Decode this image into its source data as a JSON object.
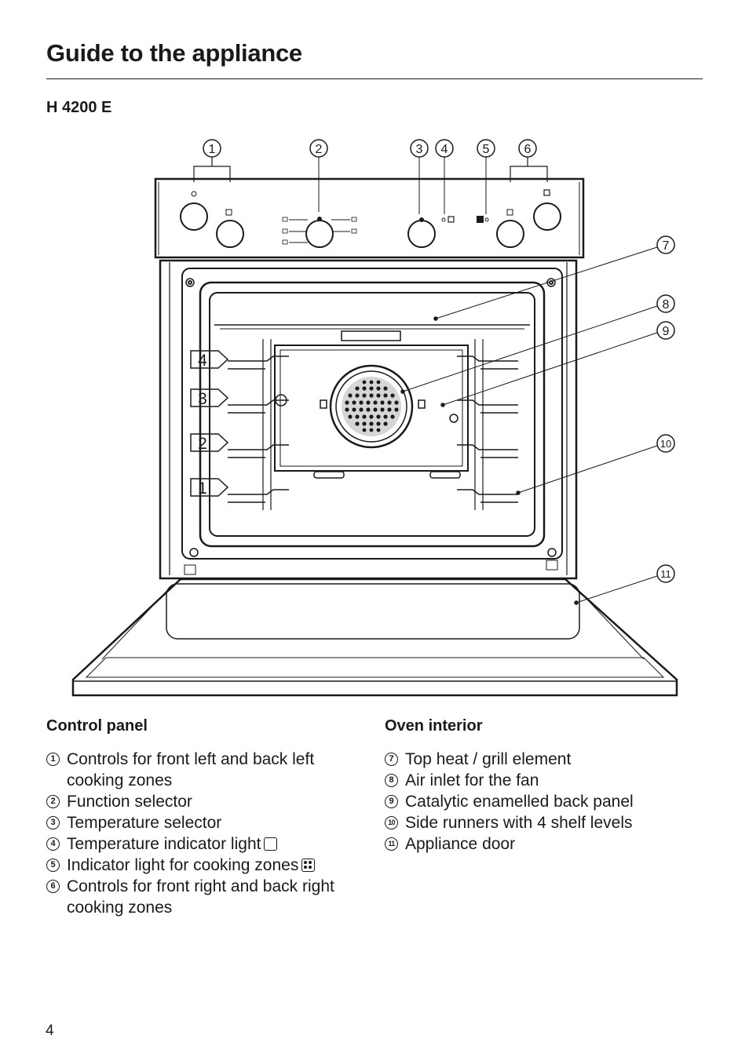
{
  "page": {
    "title": "Guide to the appliance",
    "model": "H 4200 E",
    "page_number": "4"
  },
  "figure": {
    "callouts": [
      "1",
      "2",
      "3",
      "4",
      "5",
      "6",
      "7",
      "8",
      "9",
      "10",
      "11"
    ],
    "shelf_levels": [
      "4",
      "3",
      "2",
      "1"
    ]
  },
  "control_panel": {
    "heading": "Control panel",
    "items": [
      {
        "num": "1",
        "text": "Controls for front left and back left cooking zones"
      },
      {
        "num": "2",
        "text": "Function selector"
      },
      {
        "num": "3",
        "text": "Temperature selector"
      },
      {
        "num": "4",
        "text": "Temperature indicator light",
        "icon": "oven-light-icon"
      },
      {
        "num": "5",
        "text": "Indicator light for cooking zones",
        "icon": "cooking-zones-icon"
      },
      {
        "num": "6",
        "text": "Controls for front right and back right cooking zones"
      }
    ]
  },
  "oven_interior": {
    "heading": "Oven interior",
    "items": [
      {
        "num": "7",
        "text": "Top heat / grill element"
      },
      {
        "num": "8",
        "text": "Air inlet for the fan"
      },
      {
        "num": "9",
        "text": "Catalytic enamelled back panel"
      },
      {
        "num": "10",
        "text": "Side runners with 4 shelf levels"
      },
      {
        "num": "11",
        "text": "Appliance door"
      }
    ]
  }
}
